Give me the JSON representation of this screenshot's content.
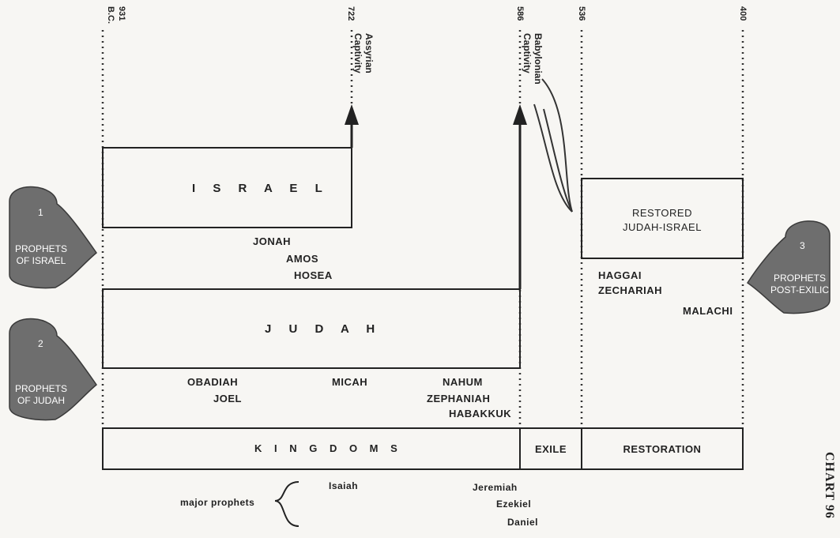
{
  "timeline": {
    "dates": [
      {
        "id": "d931",
        "label": "931",
        "sublabel": "B.C."
      },
      {
        "id": "d722",
        "label": "722"
      },
      {
        "id": "d586",
        "label": "586"
      },
      {
        "id": "d536",
        "label": "536"
      },
      {
        "id": "d400",
        "label": "400"
      }
    ],
    "events": {
      "assyrian": {
        "line1": "Assyrian",
        "line2": "Captivity"
      },
      "babylonian": {
        "line1": "Babylonian",
        "line2": "Captivity"
      }
    }
  },
  "boxes": {
    "israel": "I S R A E L",
    "judah": "J U D A H",
    "restored_line1": "RESTORED",
    "restored_line2": "JUDAH-ISRAEL",
    "kingdoms": "K I N G D O M S",
    "exile": "EXILE",
    "restoration": "RESTORATION"
  },
  "prophets": {
    "israel": [
      "JONAH",
      "AMOS",
      "HOSEA"
    ],
    "judah": [
      "OBADIAH",
      "JOEL",
      "MICAH",
      "NAHUM",
      "ZEPHANIAH",
      "HABAKKUK"
    ],
    "postexilic": [
      "HAGGAI",
      "ZECHARIAH",
      "MALACHI"
    ]
  },
  "groups": [
    {
      "number": "1",
      "line1": "PROPHETS",
      "line2": "OF ISRAEL",
      "color": "#6e6e6e"
    },
    {
      "number": "2",
      "line1": "PROPHETS",
      "line2": "OF JUDAH",
      "color": "#6e6e6e"
    },
    {
      "number": "3",
      "line1": "PROPHETS",
      "line2": "POST-EXILIC",
      "color": "#6e6e6e"
    }
  ],
  "major": {
    "label": "major prophets",
    "names": [
      "Isaiah",
      "Jeremiah",
      "Ezekiel",
      "Daniel"
    ]
  },
  "chart_label": "CHART 96"
}
